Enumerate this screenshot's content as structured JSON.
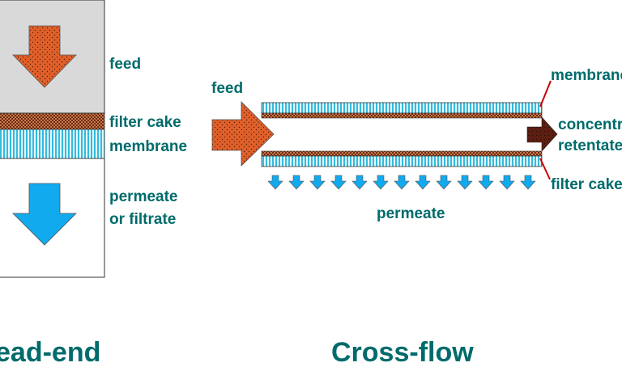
{
  "dead_end": {
    "feed_label": "feed",
    "filter_cake_label": "filter cake",
    "membrane_label": "membrane",
    "permeate_label_line1": "permeate",
    "permeate_label_line2": "or filtrate",
    "title": "ead-end"
  },
  "cross_flow": {
    "feed_label": "feed",
    "membrane_label": "membrane",
    "concentrate_label": "concentr",
    "retentate_label": "retentate",
    "filter_cake_label": "filter cake",
    "permeate_label": "permeate",
    "title": "Cross-flow",
    "permeate_arrow_count": 13
  },
  "colors": {
    "label_text": "#006b6b",
    "feed_arrow": "#e0602a",
    "permeate_arrow": "#11aaee",
    "filter_cake": "#a0522d",
    "membrane": "#33bbdd",
    "concentrate_arrow": "#5c1e10",
    "callout_line": "#cc0000",
    "dead_end_box": "#d9d9d9"
  }
}
